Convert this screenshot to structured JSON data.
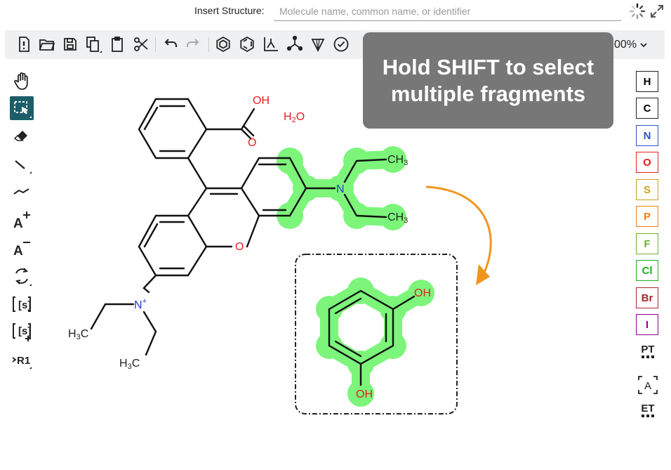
{
  "insert_structure": {
    "label": "Insert Structure:",
    "placeholder": "Molecule name, common name, or identifier",
    "value": ""
  },
  "toolbar": {
    "zoom_label": "00%",
    "buttons": [
      "new-file-icon",
      "open-folder-icon",
      "save-icon",
      "copy-icon",
      "paste-icon",
      "cut-icon",
      "undo-icon",
      "redo-icon",
      "clean-structure-icon",
      "aromatize-icon",
      "layout-icon",
      "3d-view-icon",
      "stereo-icon",
      "check-icon"
    ]
  },
  "left_tools": [
    "hand-icon",
    "select-icon",
    "eraser-icon",
    "bond-icon",
    "chain-icon",
    "charge-plus-icon",
    "charge-minus-icon",
    "rotate-icon",
    "sgroup-icon",
    "sgroup-add-icon",
    "rgroup-icon"
  ],
  "left_tool_text": {
    "sgroup": "[s]",
    "sgroup_add": "[s]",
    "rgroup": "R1"
  },
  "atoms": [
    {
      "symbol": "H",
      "color": "#000000"
    },
    {
      "symbol": "C",
      "color": "#000000"
    },
    {
      "symbol": "N",
      "color": "#3050c8"
    },
    {
      "symbol": "O",
      "color": "#e02020"
    },
    {
      "symbol": "S",
      "color": "#c8a020"
    },
    {
      "symbol": "P",
      "color": "#ef8010"
    },
    {
      "symbol": "F",
      "color": "#70b030"
    },
    {
      "symbol": "Cl",
      "color": "#1fb01f"
    },
    {
      "symbol": "Br",
      "color": "#a52a2a"
    },
    {
      "symbol": "I",
      "color": "#940094"
    }
  ],
  "right_tools": {
    "periodic_table": "PT",
    "atom_alias": "A",
    "extended_table": "ET"
  },
  "hint": "Hold SHIFT to select multiple fragments",
  "molecule_labels": {
    "carboxyl_oh": "OH",
    "carboxyl_o": "O",
    "water_h": "H",
    "water_sub": "2",
    "water_o": "O",
    "ring_o": "O",
    "amine_n": "N",
    "ch3_top": "CH",
    "ch3_top_sub": "3",
    "ch3_bottom": "CH",
    "ch3_bottom_sub": "3",
    "nplus": "N",
    "nplus_charge": "+",
    "h3c_left": "H",
    "h3c_left_sub": "3",
    "h3c_left_c": "C",
    "h3c_bottom": "H",
    "h3c_bottom_sub": "3",
    "h3c_bottom_c": "C",
    "fragment_oh_top": "OH",
    "fragment_oh_bottom": "OH"
  },
  "colors": {
    "selection": "#7cf57a",
    "accent": "#1c5d6a",
    "arrow": "#f0961e",
    "oxygen": "#e02020",
    "nitrogen": "#2040c0"
  }
}
